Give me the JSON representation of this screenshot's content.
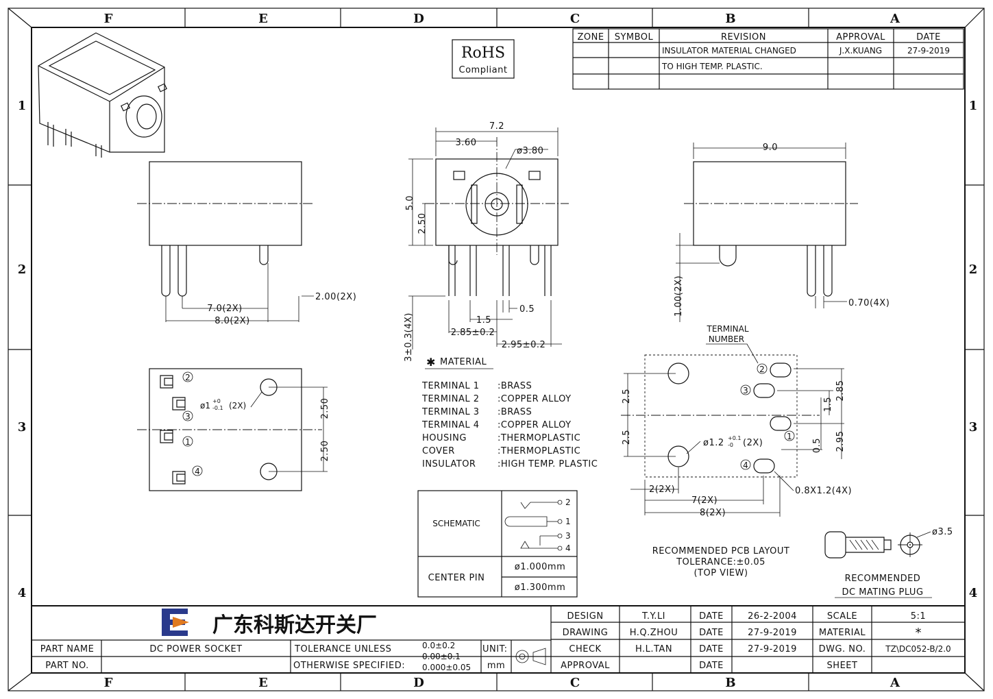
{
  "zones": {
    "columns": [
      "F",
      "E",
      "D",
      "C",
      "B",
      "A"
    ],
    "rows": [
      "1",
      "2",
      "3",
      "4"
    ]
  },
  "rohs": {
    "line1": "RoHS",
    "line2": "Compliant"
  },
  "revision_table": {
    "headers": {
      "zone": "ZONE",
      "symbol": "SYMBOL",
      "revision": "REVISION",
      "approval": "APPROVAL",
      "date": "DATE"
    },
    "row1": {
      "revision_a": "INSULATOR MATERIAL CHANGED",
      "revision_b": "TO HIGH TEMP. PLASTIC.",
      "approval": "J.X.KUANG",
      "date": "27-9-2019"
    }
  },
  "dims": {
    "width_7_2": "7.2",
    "width_3_60": "3.60",
    "dia_3_80": "ø3.80",
    "height_5_0": "5.0",
    "height_2_50": "2.50",
    "pin_2_00": "2.00(2X)",
    "pin_7_0": "7.0(2X)",
    "pin_8_0": "8.0(2X)",
    "pin_3_03": "3±0.3(4X)",
    "pin_0_5": "0.5",
    "pin_1_5": "1.5",
    "pin_2_85": "2.85±0.2",
    "pin_2_95": "2.95±0.2",
    "side_9_0": "9.0",
    "side_1_00": "1.00(2X)",
    "side_0_70": "0.70(4X)",
    "bottom_hole": "ø1",
    "bottom_hole_tol_top": "+0",
    "bottom_hole_tol_bot": "-0.1",
    "bottom_hole_count": "(2X)",
    "bottom_2_50a": "2.50",
    "bottom_2_50b": "2.50"
  },
  "material": {
    "title": "MATERIAL",
    "rows": [
      {
        "name": "TERMINAL  1",
        "value": ":BRASS"
      },
      {
        "name": "TERMINAL  2",
        "value": ":COPPER  ALLOY"
      },
      {
        "name": "TERMINAL  3",
        "value": ":BRASS"
      },
      {
        "name": "TERMINAL  4",
        "value": ":COPPER  ALLOY"
      },
      {
        "name": "HOUSING",
        "value": ":THERMOPLASTIC"
      },
      {
        "name": "COVER",
        "value": ":THERMOPLASTIC"
      },
      {
        "name": "INSULATOR",
        "value": ":HIGH  TEMP.  PLASTIC"
      }
    ]
  },
  "schematic": {
    "label": "SCHEMATIC",
    "center_pin": "CENTER  PIN",
    "pin_a": "ø1.000mm",
    "pin_b": "ø1.300mm",
    "n1": "1",
    "n2": "2",
    "n3": "3",
    "n4": "4"
  },
  "pcb": {
    "terminal_line1": "TERMINAL",
    "terminal_line2": "NUMBER",
    "d_2_5a": "2.5",
    "d_2_5b": "2.5",
    "d_1_5": "1.5",
    "d_2_85": "2.85",
    "d_0_5": "0.5",
    "d_2_95": "2.95",
    "hole": "ø1.2",
    "hole_tol_top": "+0.1",
    "hole_tol_bot": "-0",
    "hole_count": "(2X)",
    "d_2x": "2(2X)",
    "d_7x": "7(2X)",
    "d_8x": "8(2X)",
    "slot": "0.8X1.2(4X)",
    "caption1": "RECOMMENDED  PCB  LAYOUT",
    "caption2": "TOLERANCE:±0.05",
    "caption3": "(TOP  VIEW)"
  },
  "plug": {
    "dia": "ø3.5",
    "caption1": "RECOMMENDED",
    "caption2": "DC  MATING  PLUG"
  },
  "title_block": {
    "company": "广东科斯达开关厂",
    "part_name_label": "PART  NAME",
    "part_name": "DC  POWER  SOCKET",
    "part_no_label": "PART  NO.",
    "part_no": "",
    "tolerance_line1": "TOLERANCE  UNLESS",
    "tolerance_line2": "OTHERWISE  SPECIFIED:",
    "tol_a": "0.0±0.2",
    "tol_b": "0.00±0.1",
    "tol_c": "0.000±0.05",
    "unit_label": "UNIT:",
    "unit": "mm",
    "design_label": "DESIGN",
    "design_by": "T.Y.LI",
    "design_date": "26-2-2004",
    "drawing_label": "DRAWING",
    "drawing_by": "H.Q.ZHOU",
    "drawing_date": "27-9-2019",
    "check_label": "CHECK",
    "check_by": "H.L.TAN",
    "check_date": "27-9-2019",
    "approval_label": "APPROVAL",
    "approval_by": "",
    "approval_date": "",
    "date_label": "DATE",
    "scale_label": "SCALE",
    "scale": "5:1",
    "material_label": "MATERIAL",
    "material": "*",
    "dwg_label": "DWG. NO.",
    "dwg_no": "TZ\\DC052-B/2.0",
    "sheet_label": "SHEET",
    "sheet": ""
  },
  "colors": {
    "ink": "#111111",
    "logo_blue": "#2a3a8c",
    "logo_orange": "#e07a1f"
  }
}
